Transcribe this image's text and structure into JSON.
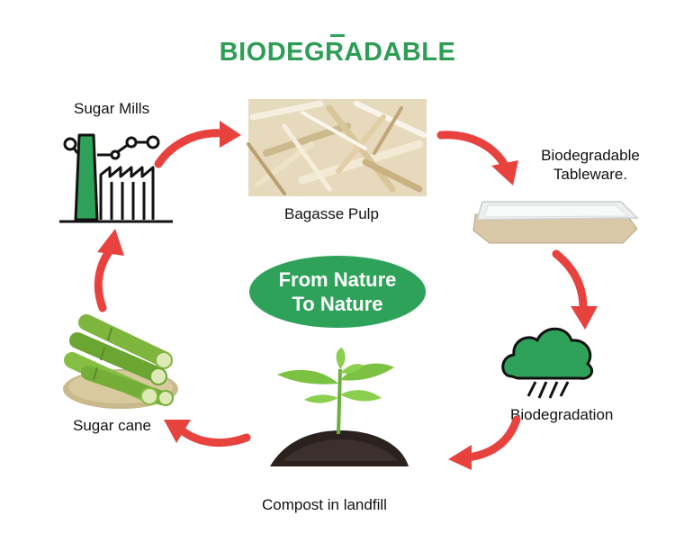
{
  "title": "BIODEGRADABLE",
  "center": {
    "line1": "From Nature",
    "line2": "To Nature"
  },
  "stages": {
    "sugar_mills": "Sugar Mills",
    "bagasse_pulp": "Bagasse Pulp",
    "tableware_line1": "Biodegradable",
    "tableware_line2": "Tableware.",
    "biodegradation": "Biodegradation",
    "compost": "Compost in landfill",
    "sugar_cane": "Sugar cane"
  },
  "colors": {
    "brand_green": "#2fa25a",
    "arrow_red": "#e8423f",
    "text": "#111111"
  },
  "icons": {
    "factory": "factory-icon",
    "cloud": "rain-cloud-icon"
  }
}
